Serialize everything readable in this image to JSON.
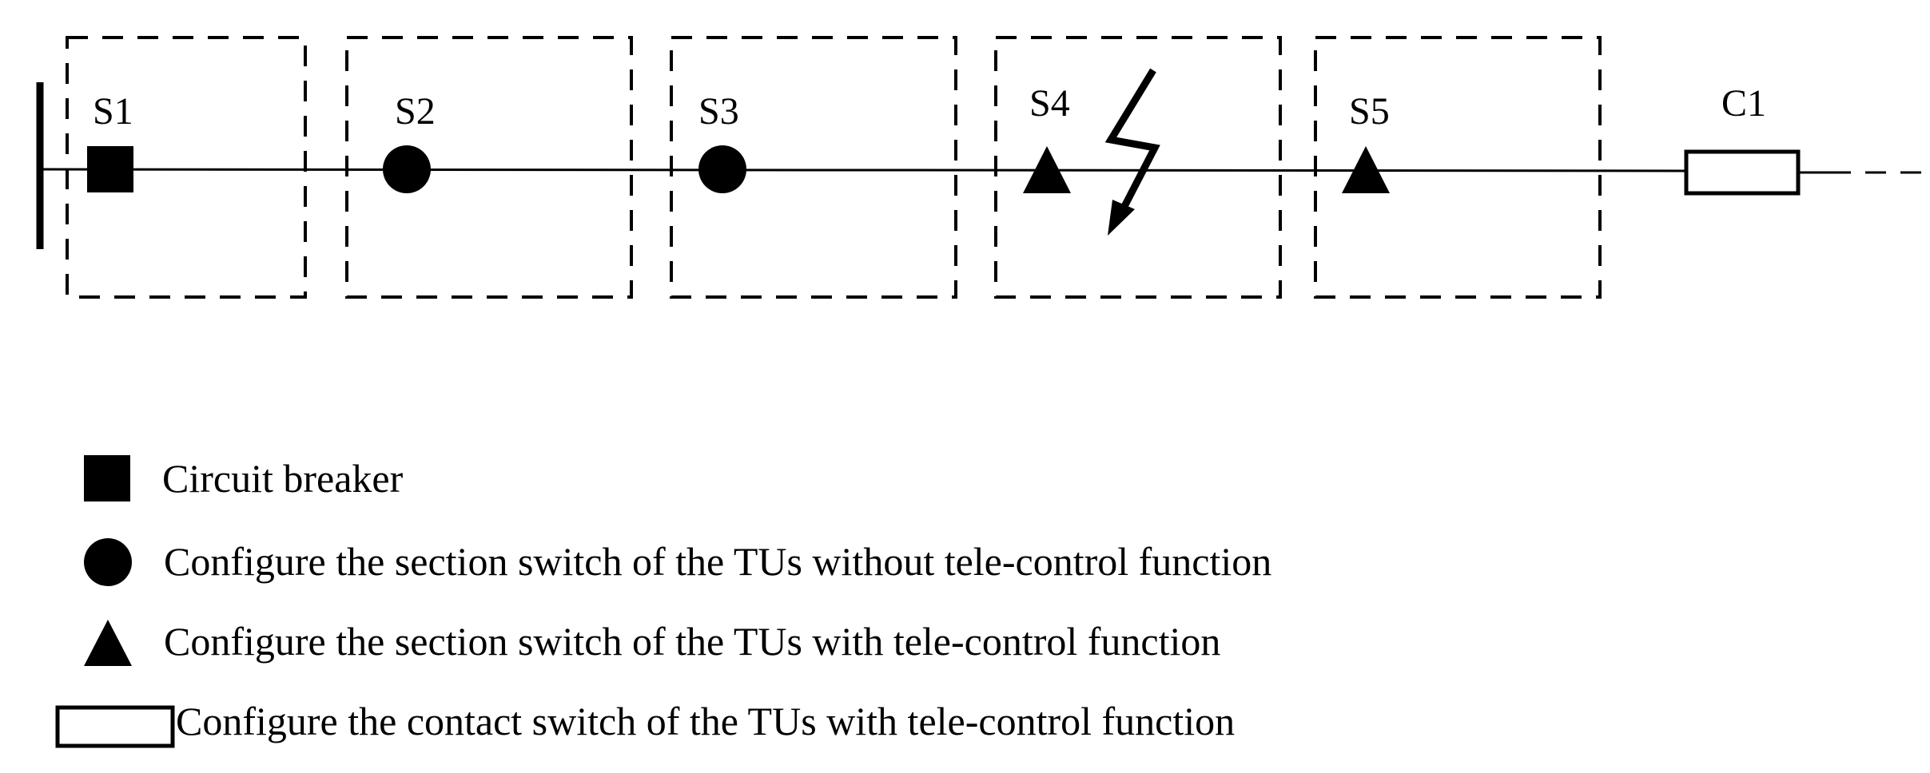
{
  "diagram": {
    "switches": [
      {
        "id": "s1",
        "label": "S1",
        "symbol": "square"
      },
      {
        "id": "s2",
        "label": "S2",
        "symbol": "circle"
      },
      {
        "id": "s3",
        "label": "S3",
        "symbol": "circle"
      },
      {
        "id": "s4",
        "label": "S4",
        "symbol": "triangle"
      },
      {
        "id": "s5",
        "label": "S5",
        "symbol": "triangle"
      }
    ],
    "contact_switch": {
      "label": "C1",
      "symbol": "rectangle"
    },
    "fault_marker": "lightning-bolt-icon"
  },
  "legend": [
    {
      "symbol": "square",
      "text": "Circuit breaker"
    },
    {
      "symbol": "circle",
      "text": "Configure the section switch of the TUs without tele-control function"
    },
    {
      "symbol": "triangle",
      "text": "Configure the section switch of the TUs with tele-control function"
    },
    {
      "symbol": "rectangle",
      "text": "Configure the contact switch of the TUs with tele-control function"
    }
  ],
  "colors": {
    "stroke": "#000000",
    "background": "#ffffff"
  }
}
